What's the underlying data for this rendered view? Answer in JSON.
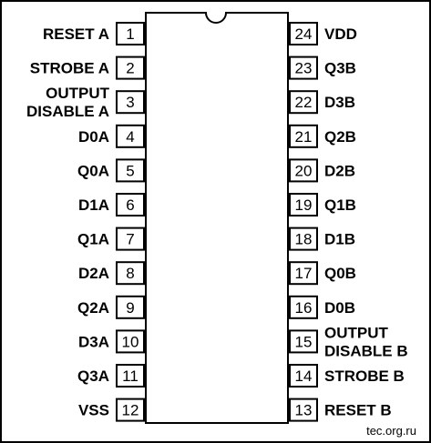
{
  "diagram": {
    "left_pins": [
      {
        "num": "1",
        "label": [
          "RESET A"
        ]
      },
      {
        "num": "2",
        "label": [
          "STROBE A"
        ]
      },
      {
        "num": "3",
        "label": [
          "OUTPUT",
          "DISABLE A"
        ]
      },
      {
        "num": "4",
        "label": [
          "D0A"
        ]
      },
      {
        "num": "5",
        "label": [
          "Q0A"
        ]
      },
      {
        "num": "6",
        "label": [
          "D1A"
        ]
      },
      {
        "num": "7",
        "label": [
          "Q1A"
        ]
      },
      {
        "num": "8",
        "label": [
          "D2A"
        ]
      },
      {
        "num": "9",
        "label": [
          "Q2A"
        ]
      },
      {
        "num": "10",
        "label": [
          "D3A"
        ]
      },
      {
        "num": "11",
        "label": [
          "Q3A"
        ]
      },
      {
        "num": "12",
        "label": [
          "VSS"
        ]
      }
    ],
    "right_pins": [
      {
        "num": "24",
        "label": [
          "VDD"
        ]
      },
      {
        "num": "23",
        "label": [
          "Q3B"
        ]
      },
      {
        "num": "22",
        "label": [
          "D3B"
        ]
      },
      {
        "num": "21",
        "label": [
          "Q2B"
        ]
      },
      {
        "num": "20",
        "label": [
          "D2B"
        ]
      },
      {
        "num": "19",
        "label": [
          "Q1B"
        ]
      },
      {
        "num": "18",
        "label": [
          "D1B"
        ]
      },
      {
        "num": "17",
        "label": [
          "Q0B"
        ]
      },
      {
        "num": "16",
        "label": [
          "D0B"
        ]
      },
      {
        "num": "15",
        "label": [
          "OUTPUT",
          "DISABLE B"
        ]
      },
      {
        "num": "14",
        "label": [
          "STROBE B"
        ]
      },
      {
        "num": "13",
        "label": [
          "RESET B"
        ]
      }
    ],
    "watermark": "tec.org.ru"
  }
}
